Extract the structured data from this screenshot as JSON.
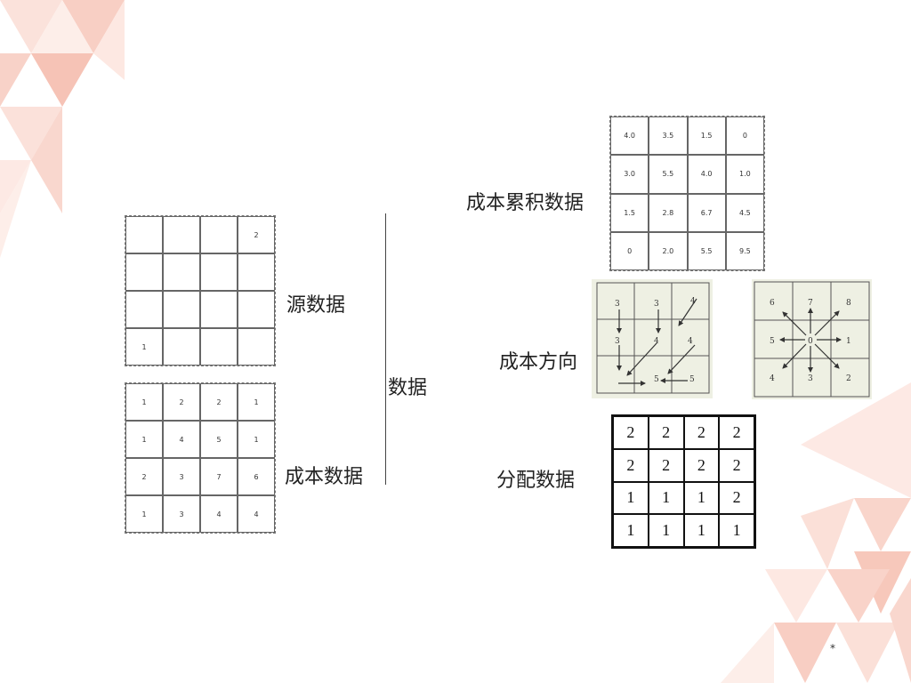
{
  "labels": {
    "source_data": "源数据",
    "cost_data": "成本数据",
    "data": "数据",
    "cost_accumulation": "成本累积数据",
    "cost_direction": "成本方向",
    "allocation_data": "分配数据"
  },
  "source_grid": [
    [
      "",
      "",
      "",
      "2"
    ],
    [
      "",
      "",
      "",
      ""
    ],
    [
      "",
      "",
      "",
      ""
    ],
    [
      "1",
      "",
      "",
      ""
    ]
  ],
  "cost_grid": [
    [
      "1",
      "2",
      "2",
      "1"
    ],
    [
      "1",
      "4",
      "5",
      "1"
    ],
    [
      "2",
      "3",
      "7",
      "6"
    ],
    [
      "1",
      "3",
      "4",
      "4"
    ]
  ],
  "cost_accumulation_grid": [
    [
      "4.0",
      "3.5",
      "1.5",
      "0"
    ],
    [
      "3.0",
      "5.5",
      "4.0",
      "1.0"
    ],
    [
      "1.5",
      "2.8",
      "6.7",
      "4.5"
    ],
    [
      "0",
      "2.0",
      "5.5",
      "9.5"
    ]
  ],
  "direction_grid": [
    [
      "3",
      "3",
      "4"
    ],
    [
      "3",
      "4",
      "4"
    ],
    [
      "",
      "5",
      "5"
    ]
  ],
  "direction_key": [
    [
      "6",
      "7",
      "8"
    ],
    [
      "5",
      "0",
      "1"
    ],
    [
      "4",
      "3",
      "2"
    ]
  ],
  "allocation_grid": [
    [
      "2",
      "2",
      "2",
      "2"
    ],
    [
      "2",
      "2",
      "2",
      "2"
    ],
    [
      "1",
      "1",
      "1",
      "2"
    ],
    [
      "1",
      "1",
      "1",
      "1"
    ]
  ],
  "footer_mark": "*",
  "colors": {
    "triangle_light": "#fde9e4",
    "triangle_mid": "#f9d2c8",
    "triangle_dark": "#f5bcae"
  }
}
